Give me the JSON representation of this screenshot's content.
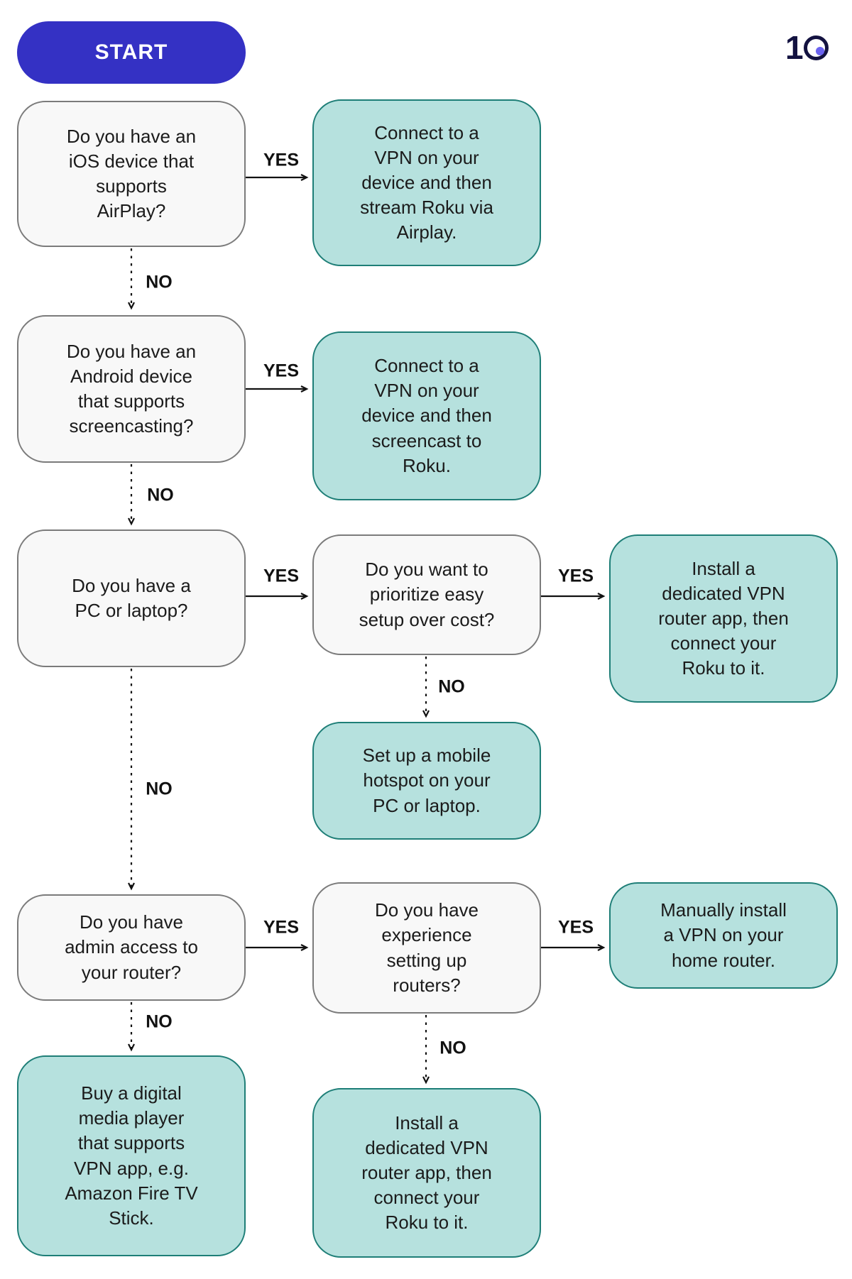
{
  "start": {
    "label": "START",
    "bg": "#3431c4"
  },
  "logo": {
    "label": "10",
    "digit": "1",
    "navy": "#131240",
    "dot_color": "#6b63f0"
  },
  "colors": {
    "question_bg": "#f8f8f8",
    "question_border": "#7b7b7b",
    "result_bg": "#b6e1de",
    "result_border": "#1e7e77",
    "arrow": "#111111",
    "text": "#1b1b1b"
  },
  "nodes": {
    "q_ios": {
      "type": "question",
      "text": "Do you have an\niOS device that\nsupports\nAirPlay?"
    },
    "r_airplay": {
      "type": "result",
      "text": "Connect to a\nVPN on your\ndevice and then\nstream Roku via\nAirplay."
    },
    "q_android": {
      "type": "question",
      "text": "Do you have an\nAndroid device\nthat supports\nscreencasting?"
    },
    "r_screencast": {
      "type": "result",
      "text": "Connect to a\nVPN on your\ndevice and then\nscreencast to\nRoku."
    },
    "q_pc": {
      "type": "question",
      "text": "Do you have a\nPC or laptop?"
    },
    "q_easy": {
      "type": "question",
      "text": "Do you want to\nprioritize easy\nsetup over cost?"
    },
    "r_router1": {
      "type": "result",
      "text": "Install a\ndedicated VPN\nrouter app, then\nconnect your\nRoku to it."
    },
    "r_hotspot": {
      "type": "result",
      "text": "Set up a mobile\nhotspot on your\nPC or laptop."
    },
    "q_admin": {
      "type": "question",
      "text": "Do you have\nadmin access to\nyour router?"
    },
    "q_exp": {
      "type": "question",
      "text": "Do you have\nexperience\nsetting up\nrouters?"
    },
    "r_manual": {
      "type": "result",
      "text": "Manually install\na VPN on your\nhome router."
    },
    "r_media": {
      "type": "result",
      "text": "Buy a digital\nmedia player\nthat supports\nVPN app, e.g.\nAmazon Fire TV\nStick."
    },
    "r_router2": {
      "type": "result",
      "text": "Install a\ndedicated VPN\nrouter app, then\nconnect your\nRoku to it."
    }
  },
  "edges": [
    {
      "from": "q_ios",
      "to": "r_airplay",
      "label": "YES",
      "style": "solid"
    },
    {
      "from": "q_ios",
      "to": "q_android",
      "label": "NO",
      "style": "dashed"
    },
    {
      "from": "q_android",
      "to": "r_screencast",
      "label": "YES",
      "style": "solid"
    },
    {
      "from": "q_android",
      "to": "q_pc",
      "label": "NO",
      "style": "dashed"
    },
    {
      "from": "q_pc",
      "to": "q_easy",
      "label": "YES",
      "style": "solid"
    },
    {
      "from": "q_easy",
      "to": "r_router1",
      "label": "YES",
      "style": "solid"
    },
    {
      "from": "q_easy",
      "to": "r_hotspot",
      "label": "NO",
      "style": "dashed"
    },
    {
      "from": "q_pc",
      "to": "q_admin",
      "label": "NO",
      "style": "dashed"
    },
    {
      "from": "q_admin",
      "to": "q_exp",
      "label": "YES",
      "style": "solid"
    },
    {
      "from": "q_exp",
      "to": "r_manual",
      "label": "YES",
      "style": "solid"
    },
    {
      "from": "q_admin",
      "to": "r_media",
      "label": "NO",
      "style": "dashed"
    },
    {
      "from": "q_exp",
      "to": "r_router2",
      "label": "NO",
      "style": "dashed"
    }
  ]
}
